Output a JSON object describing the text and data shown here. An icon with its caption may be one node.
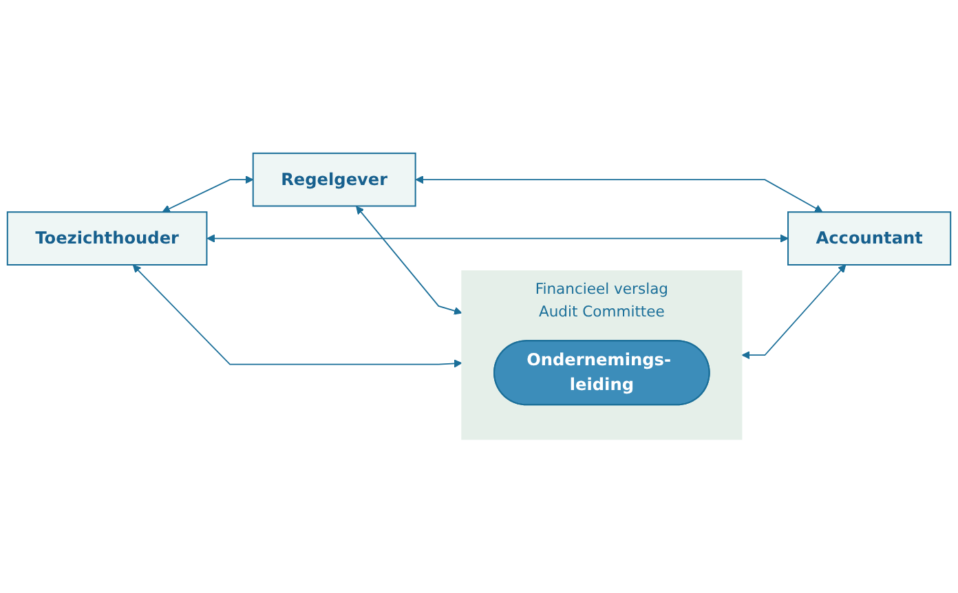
{
  "diagram": {
    "nodes": [
      {
        "text": [
          "Toezichthouder"
        ]
      },
      {
        "text": [
          "Regelgever"
        ]
      },
      {
        "text": [
          "Financieel verslag",
          "Audit Committee"
        ]
      },
      {
        "text": [
          "Ondernemings- leiding"
        ],
        "in": 2
      },
      {
        "text": [
          "Accountant"
        ]
      }
    ],
    "edges": [
      {
        "from": 0,
        "to": 1,
        "arrow": "both"
      },
      {
        "from": 1,
        "to": 2,
        "arrow": "both"
      },
      {
        "from": 0,
        "to": 2,
        "arrow": "both"
      },
      {
        "from": 1,
        "to": 4,
        "arrow": "both"
      },
      {
        "from": 2,
        "to": 4,
        "arrow": "both"
      },
      {
        "from": 0,
        "to": 4,
        "arrow": "both"
      }
    ]
  }
}
